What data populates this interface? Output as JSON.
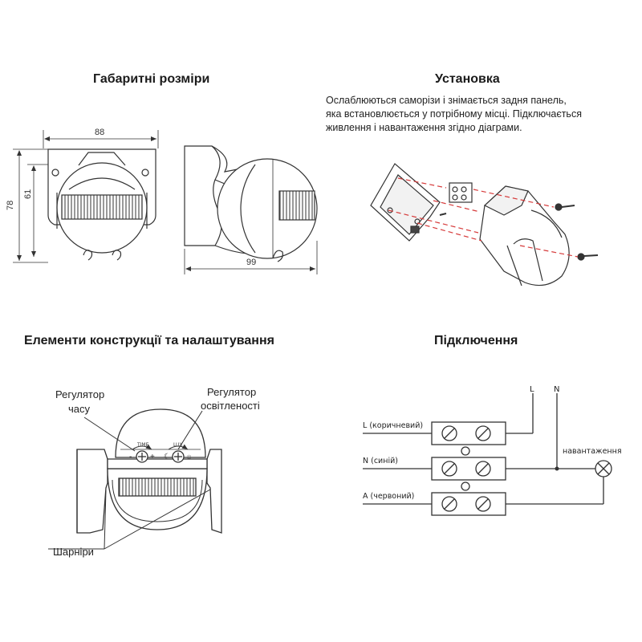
{
  "sections": {
    "dimensions": {
      "title": "Габаритні розміри",
      "width_label": "88",
      "height_outer_label": "78",
      "height_inner_label": "61",
      "depth_label": "99"
    },
    "installation": {
      "title": "Установка",
      "text_lines": [
        "Ослаблюються саморізи і знімається задня панель,",
        "яка встановлюється у потрібному місці. Підключається",
        "живлення і навантаження згідно діаграми."
      ]
    },
    "elements": {
      "title": "Елементи конструкції та налаштування",
      "time_regulator": [
        "Регулятор",
        "часу"
      ],
      "light_regulator": [
        "Регулятор",
        "освітленості"
      ],
      "hinges": "Шарніри",
      "time_dial": "TIME",
      "lux_dial": "LUX"
    },
    "connection": {
      "title": "Підключення",
      "L": "L",
      "N": "N",
      "wire_L": "L (коричневий)",
      "wire_N": "N (синій)",
      "wire_A": "A (червоний)",
      "load": "навантаження"
    }
  },
  "colors": {
    "line": "#333333",
    "red_dash": "#d63a3a",
    "text": "#222222"
  }
}
